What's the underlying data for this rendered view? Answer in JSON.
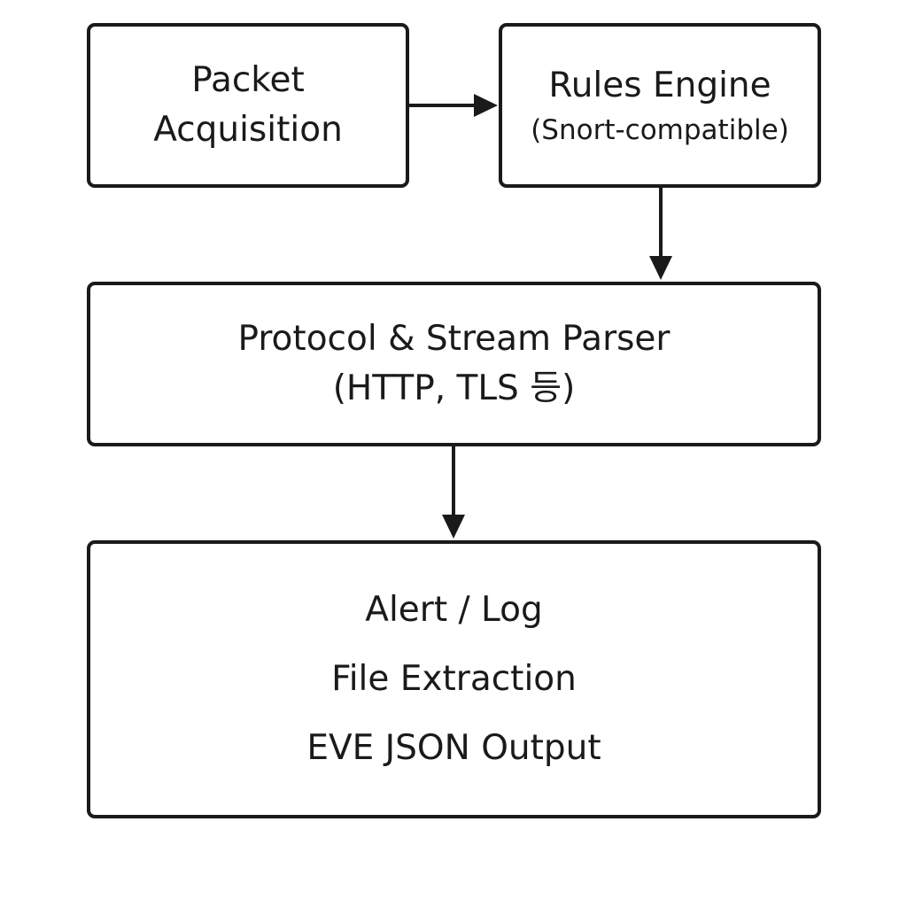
{
  "nodes": {
    "packet_acquisition": {
      "line1": "Packet",
      "line2": "Acquisition"
    },
    "rules_engine": {
      "line1": "Rules Engine",
      "line2": "(Snort-compatible)"
    },
    "protocol_parser": {
      "line1": "Protocol & Stream Parser",
      "line2": "(HTTP, TLS 등)"
    },
    "output": {
      "items": [
        "Alert / Log",
        "File Extraction",
        "EVE JSON Output"
      ]
    }
  },
  "edges": [
    {
      "from": "packet_acquisition",
      "to": "rules_engine"
    },
    {
      "from": "rules_engine",
      "to": "protocol_parser"
    },
    {
      "from": "protocol_parser",
      "to": "output"
    }
  ],
  "colors": {
    "stroke": "#1a1a1a",
    "background": "#ffffff"
  }
}
